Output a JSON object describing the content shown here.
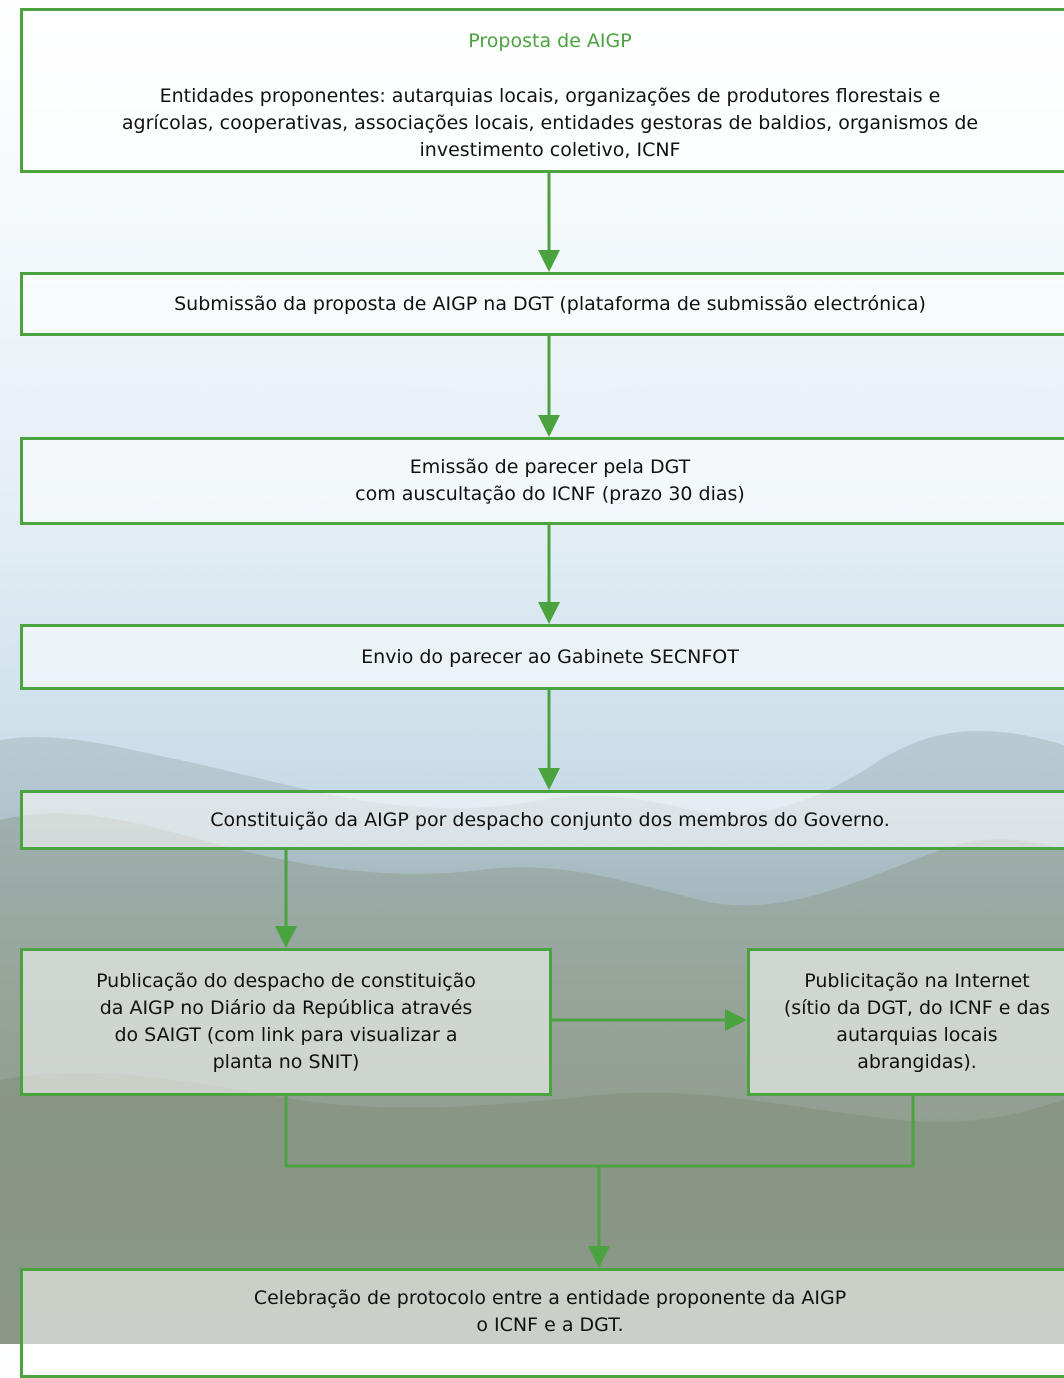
{
  "colors": {
    "accent": "#4aa33f",
    "box_fill": "rgba(255,255,255,0.55)"
  },
  "nodes": {
    "proposta": {
      "title": "Proposta de AIGP",
      "lines": [
        "Entidades proponentes: autarquias locais, organizações de produtores florestais e",
        "agrícolas, cooperativas, associações locais, entidades gestoras de baldios, organismos de",
        "investimento coletivo, ICNF"
      ]
    },
    "submissao": {
      "lines": [
        "Submissão da proposta de AIGP na DGT (plataforma de submissão electrónica)"
      ]
    },
    "emissao": {
      "lines": [
        "Emissão de parecer pela DGT",
        "com auscultação do ICNF (prazo 30 dias)"
      ]
    },
    "envio": {
      "lines": [
        "Envio do parecer ao Gabinete SECNFOT"
      ]
    },
    "constituicao": {
      "lines": [
        "Constituição da AIGP por despacho conjunto dos membros do Governo."
      ]
    },
    "publicacao": {
      "lines": [
        "Publicação do despacho de constituição",
        "da AIGP no Diário da República através",
        "do SAIGT (com link para visualizar a",
        "planta no SNIT)"
      ]
    },
    "publicitacao": {
      "lines": [
        "Publicitação na Internet",
        "(sítio da DGT, do ICNF e das",
        "autarquias locais",
        "abrangidas)."
      ]
    },
    "celebracao": {
      "lines": [
        "Celebração de protocolo entre a entidade proponente da AIGP",
        "o ICNF e a DGT."
      ]
    }
  },
  "edges": [
    {
      "from": "proposta",
      "to": "submissao"
    },
    {
      "from": "submissao",
      "to": "emissao"
    },
    {
      "from": "emissao",
      "to": "envio"
    },
    {
      "from": "envio",
      "to": "constituicao"
    },
    {
      "from": "constituicao",
      "to": "publicacao"
    },
    {
      "from": "publicacao",
      "to": "publicitacao"
    },
    {
      "from": "publicacao",
      "to": "celebracao"
    },
    {
      "from": "publicitacao",
      "to": "celebracao"
    }
  ]
}
